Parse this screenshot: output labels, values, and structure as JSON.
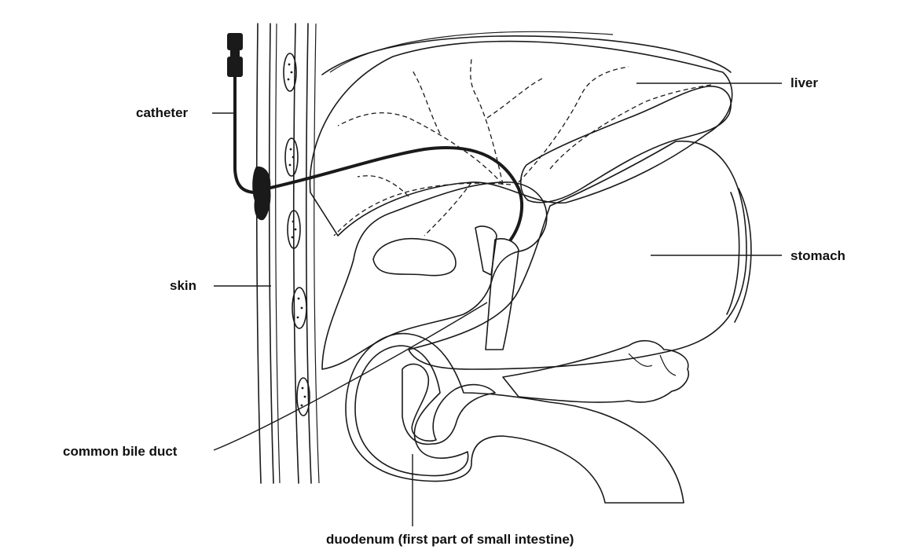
{
  "labels": {
    "catheter": "catheter",
    "skin": "skin",
    "liver": "liver",
    "stomach": "stomach",
    "common_bile_duct": "common bile duct",
    "duodenum": "duodenum (first part of small intestine)"
  },
  "colors": {
    "outline": "#1a1a1a",
    "organ_dark": "#8c8c8c",
    "organ_light": "#c8c8c8",
    "background": "#ffffff"
  }
}
